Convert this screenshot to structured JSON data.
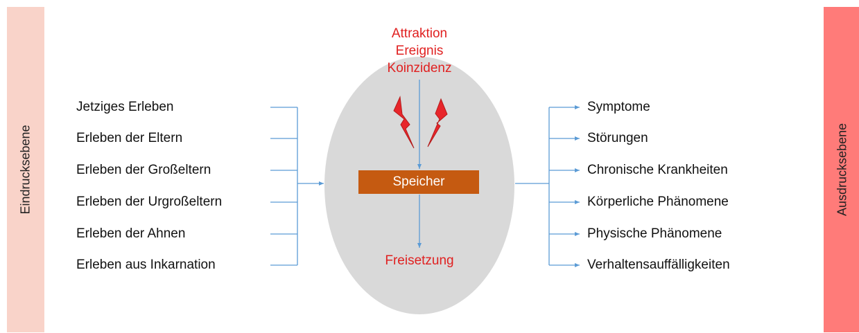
{
  "left_band": {
    "label": "Eindrucksebene",
    "color": "#f9d3c9"
  },
  "right_band": {
    "label": "Ausdrucksebene",
    "color": "#ff7b79"
  },
  "inputs": [
    "Jetziges Erleben",
    "Erleben der Eltern",
    "Erleben der Großeltern",
    "Erleben der Urgroßeltern",
    "Erleben der Ahnen",
    "Erleben aus Inkarnation"
  ],
  "triggers": [
    "Attraktion",
    "Ereignis",
    "Koinzidenz"
  ],
  "storage": {
    "label": "Speicher",
    "color": "#c55a11"
  },
  "release": {
    "label": "Freisetzung"
  },
  "outputs": [
    "Symptome",
    "Störungen",
    "Chronische Krankheiten",
    "Körperliche Phänomene",
    "Physische Phänomene",
    "Verhaltensauffälligkeiten"
  ],
  "colors": {
    "trigger_text": "#e02020",
    "connector": "#5b9bd5",
    "ellipse": "#d9d9d9",
    "lightning": "#e8262b"
  },
  "icons": [
    "lightning-bolt-icon",
    "lightning-bolt-icon"
  ]
}
